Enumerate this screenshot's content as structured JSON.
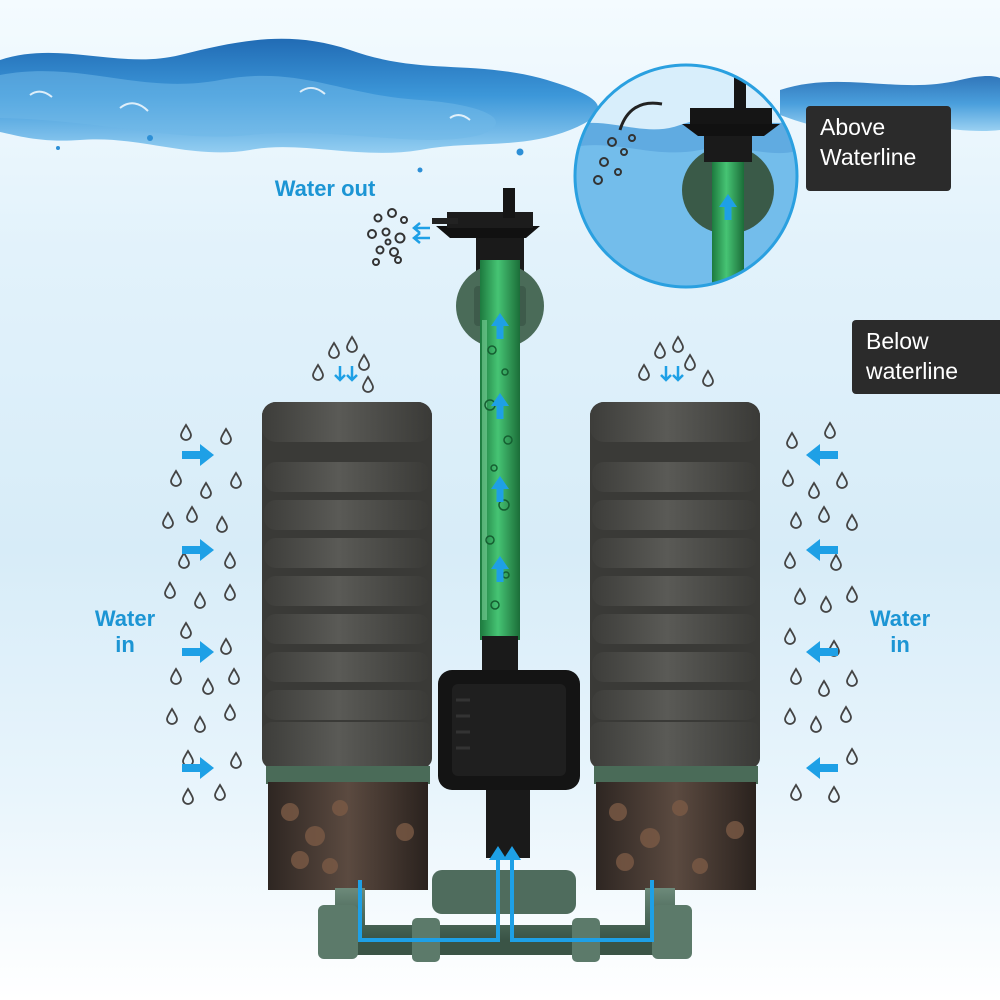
{
  "labels": {
    "water_out": "Water out",
    "water_in_left": [
      "Water",
      "in"
    ],
    "water_in_right": [
      "Water",
      "in"
    ],
    "above_waterline": [
      "Above",
      "Waterline"
    ],
    "below_waterline": [
      "Below",
      "waterline"
    ]
  },
  "colors": {
    "label_blue": "#1c95d4",
    "tag_background": "#2b2b2b",
    "sponge": "#4d4d4a",
    "tube_green": "#2fa35a",
    "pipe_green": "#4f6c5d",
    "arrow_blue": "#1ea0e6"
  },
  "icons": [
    "water-wave",
    "bubble-droplet-icon",
    "flow-arrow-icon",
    "zoom-inset-circle"
  ]
}
